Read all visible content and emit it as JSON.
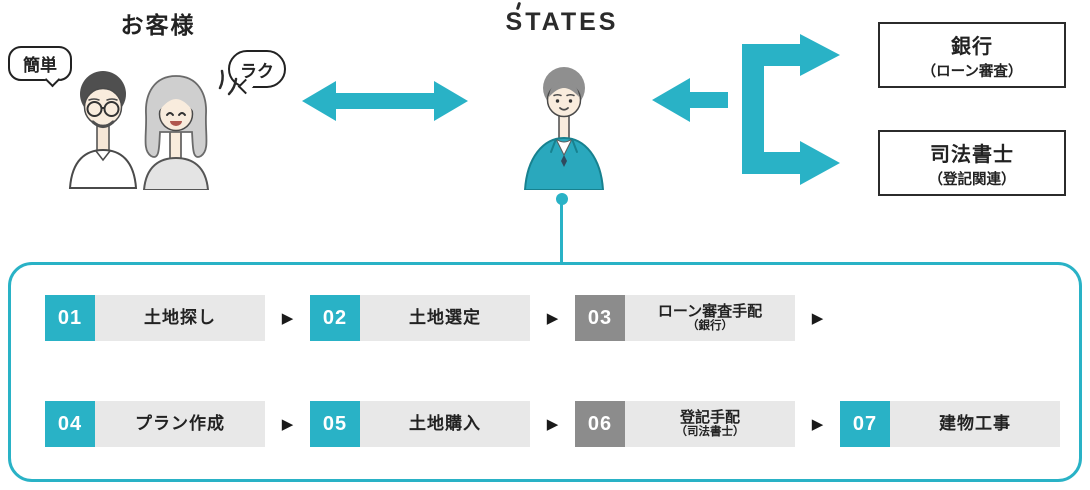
{
  "colors": {
    "teal": "#29b2c6",
    "gray": "#8c8c8c",
    "label_bg": "#e8e8e8",
    "ink": "#222222"
  },
  "header": {
    "customer_label": "お客様",
    "bubble_left": "簡単",
    "bubble_right": "ラク",
    "brand": "STATES"
  },
  "partners": [
    {
      "title": "銀行",
      "subtitle": "（ローン審査）"
    },
    {
      "title": "司法書士",
      "subtitle": "（登記関連）"
    }
  ],
  "icons": {
    "arrow_right": "▶"
  },
  "flow": {
    "rows": [
      [
        {
          "num": "01",
          "label": "土地探し",
          "tone": "teal"
        },
        {
          "num": "02",
          "label": "土地選定",
          "tone": "teal"
        },
        {
          "num": "03",
          "label": "ローン審査手配",
          "sublabel": "（銀行）",
          "tone": "gray"
        }
      ],
      [
        {
          "num": "04",
          "label": "プラン作成",
          "tone": "teal"
        },
        {
          "num": "05",
          "label": "土地購入",
          "tone": "teal"
        },
        {
          "num": "06",
          "label": "登記手配",
          "sublabel": "（司法書士）",
          "tone": "gray"
        },
        {
          "num": "07",
          "label": "建物工事",
          "tone": "teal"
        }
      ]
    ]
  }
}
